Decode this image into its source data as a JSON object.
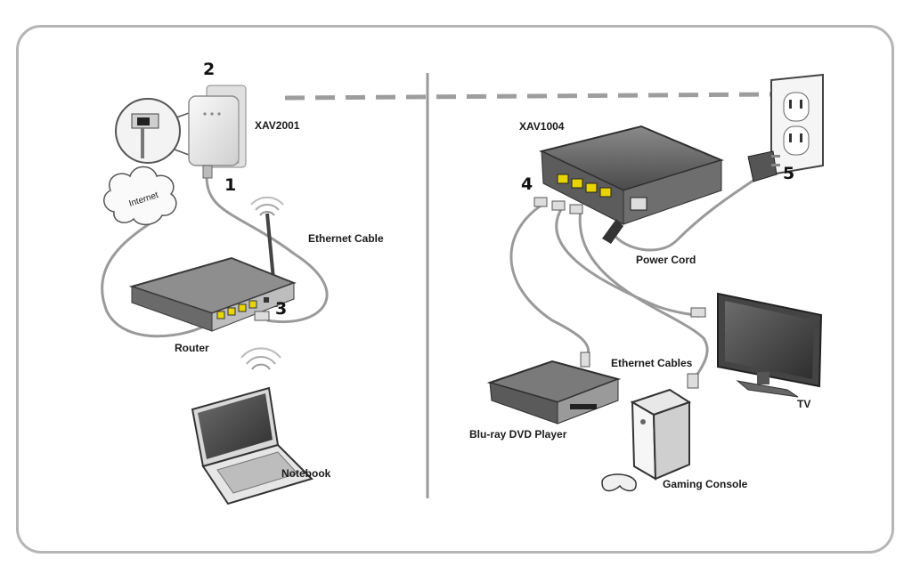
{
  "labels": {
    "adapter_model": "XAV2001",
    "hub_model": "XAV1004",
    "internet": "Internet",
    "ethernet_cable": "Ethernet Cable",
    "router": "Router",
    "notebook": "Notebook",
    "power_cord": "Power Cord",
    "ethernet_cables": "Ethernet Cables",
    "tv": "TV",
    "bluray": "Blu-ray DVD Player",
    "gaming_console": "Gaming Console"
  },
  "steps": [
    "1",
    "2",
    "3",
    "4",
    "5"
  ],
  "colors": {
    "border": "#b5b5b5",
    "cable": "#8a8a8a",
    "device_dark": "#5a5a5a",
    "port_yellow": "#e8d400"
  }
}
